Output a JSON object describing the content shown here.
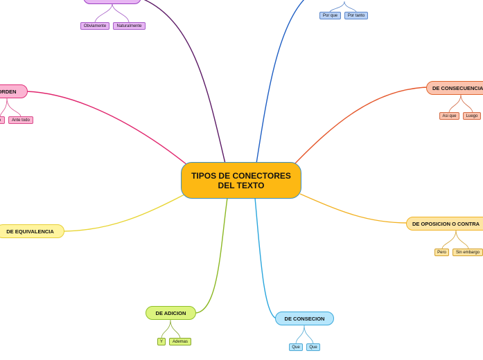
{
  "central": {
    "label": "TIPOS DE CONECTORES DEL TEXTO"
  },
  "branches": [
    {
      "id": "evidencia",
      "label": "",
      "color": "#5c1a66",
      "children": [
        "Obviamente",
        "Naturalmente"
      ]
    },
    {
      "id": "causa",
      "label": "",
      "color": "#1f5fc4",
      "children": [
        "Por que",
        "Por tanto"
      ]
    },
    {
      "id": "orden",
      "label": "ORDEN",
      "color": "#e0256d",
      "children": [
        "o",
        "Ante todo"
      ]
    },
    {
      "id": "consecuencia",
      "label": "DE CONSECUENCIA",
      "color": "#e5572b",
      "children": [
        "Asi que",
        "Luego"
      ]
    },
    {
      "id": "equivalencia",
      "label": "DE EQUIVALENCIA",
      "color": "#e8d534",
      "children": []
    },
    {
      "id": "oposicion",
      "label": "DE OPOSICION O CONTRA",
      "color": "#f2b224",
      "children": [
        "Pero",
        "Sin embargo"
      ]
    },
    {
      "id": "adicion",
      "label": "DE ADICION",
      "color": "#8cb824",
      "children": [
        "Y",
        "Ademas"
      ]
    },
    {
      "id": "consecion",
      "label": "DE CONSECION",
      "color": "#2aa6dd",
      "children": [
        "Que",
        "Que"
      ]
    }
  ]
}
